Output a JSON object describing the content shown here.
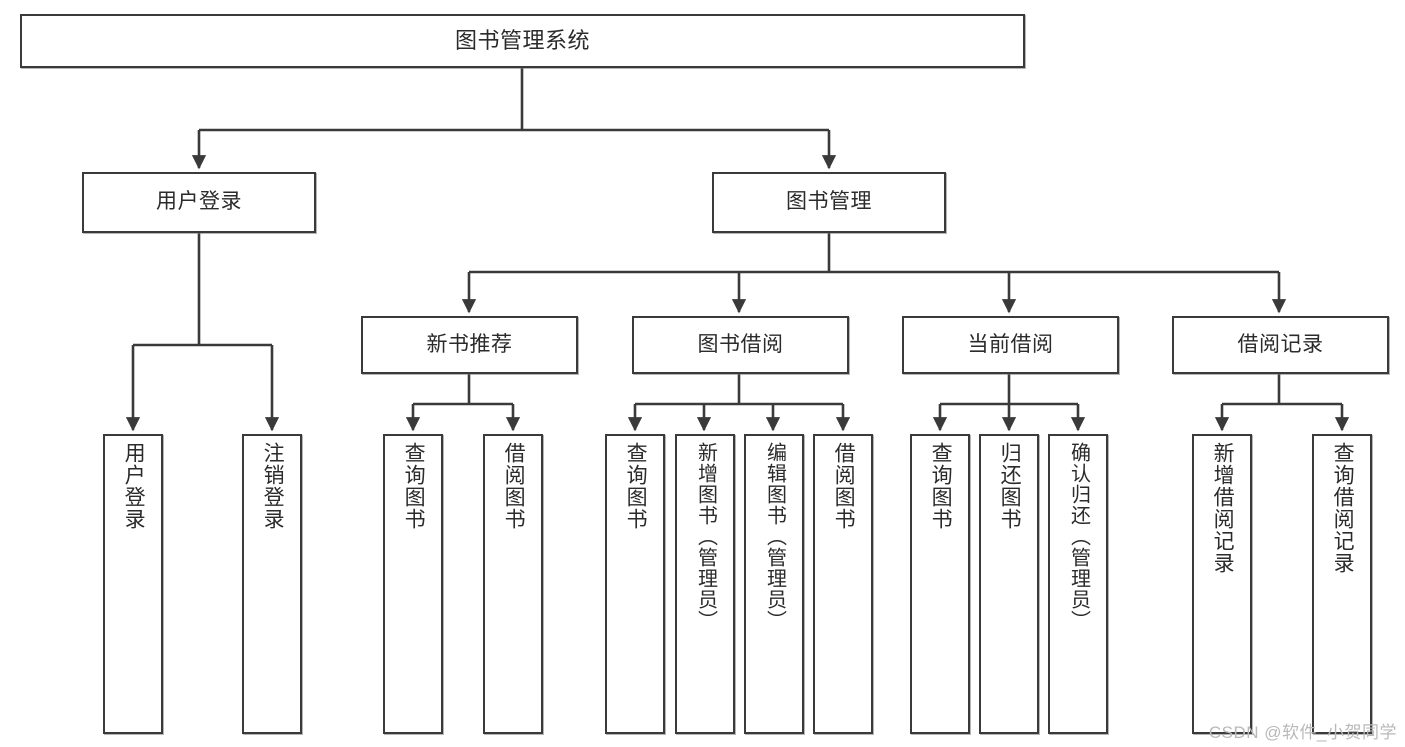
{
  "diagram": {
    "title": "图书管理系统",
    "type": "tree",
    "watermark": "CSDN @软件_小贺同学",
    "colors": {
      "box_border": "#3a3a3a",
      "box_fill": "#ffffff",
      "edge": "#3a3a3a",
      "text": "#2b2b2b",
      "watermark": "#b9b9b9"
    },
    "nodes": {
      "root": {
        "label": "图书管理系统",
        "level": 1,
        "orientation": "horizontal"
      },
      "level2": [
        {
          "id": "user-login",
          "label": "用户登录",
          "orientation": "horizontal"
        },
        {
          "id": "book-manage",
          "label": "图书管理",
          "orientation": "horizontal"
        }
      ],
      "level3": [
        {
          "id": "new-book-recommend",
          "label": "新书推荐",
          "orientation": "horizontal",
          "parent": "book-manage"
        },
        {
          "id": "book-borrow",
          "label": "图书借阅",
          "orientation": "horizontal",
          "parent": "book-manage"
        },
        {
          "id": "current-borrow",
          "label": "当前借阅",
          "orientation": "horizontal",
          "parent": "book-manage"
        },
        {
          "id": "borrow-record",
          "label": "借阅记录",
          "orientation": "horizontal",
          "parent": "book-manage"
        }
      ],
      "leaves": [
        {
          "id": "leaf-user-login",
          "label": "用户登录",
          "orientation": "vertical",
          "parent": "user-login"
        },
        {
          "id": "leaf-user-logout",
          "label": "注销登录",
          "orientation": "vertical",
          "parent": "user-login"
        },
        {
          "id": "leaf-query-book-1",
          "label": "查询图书",
          "orientation": "vertical",
          "parent": "new-book-recommend"
        },
        {
          "id": "leaf-borrow-book-1",
          "label": "借阅图书",
          "orientation": "vertical",
          "parent": "new-book-recommend"
        },
        {
          "id": "leaf-query-book-2",
          "label": "查询图书",
          "orientation": "vertical",
          "parent": "book-borrow"
        },
        {
          "id": "leaf-add-book",
          "label": "新增图书（管理员）",
          "orientation": "vertical",
          "parent": "book-borrow"
        },
        {
          "id": "leaf-edit-book",
          "label": "编辑图书（管理员）",
          "orientation": "vertical",
          "parent": "book-borrow"
        },
        {
          "id": "leaf-borrow-book-2",
          "label": "借阅图书",
          "orientation": "vertical",
          "parent": "book-borrow"
        },
        {
          "id": "leaf-query-book-3",
          "label": "查询图书",
          "orientation": "vertical",
          "parent": "current-borrow"
        },
        {
          "id": "leaf-return-book",
          "label": "归还图书",
          "orientation": "vertical",
          "parent": "current-borrow"
        },
        {
          "id": "leaf-confirm-return",
          "label": "确认归还（管理员）",
          "orientation": "vertical",
          "parent": "current-borrow"
        },
        {
          "id": "leaf-add-record",
          "label": "新增借阅记录",
          "orientation": "vertical",
          "parent": "borrow-record"
        },
        {
          "id": "leaf-query-record",
          "label": "查询借阅记录",
          "orientation": "vertical",
          "parent": "borrow-record"
        }
      ]
    }
  }
}
